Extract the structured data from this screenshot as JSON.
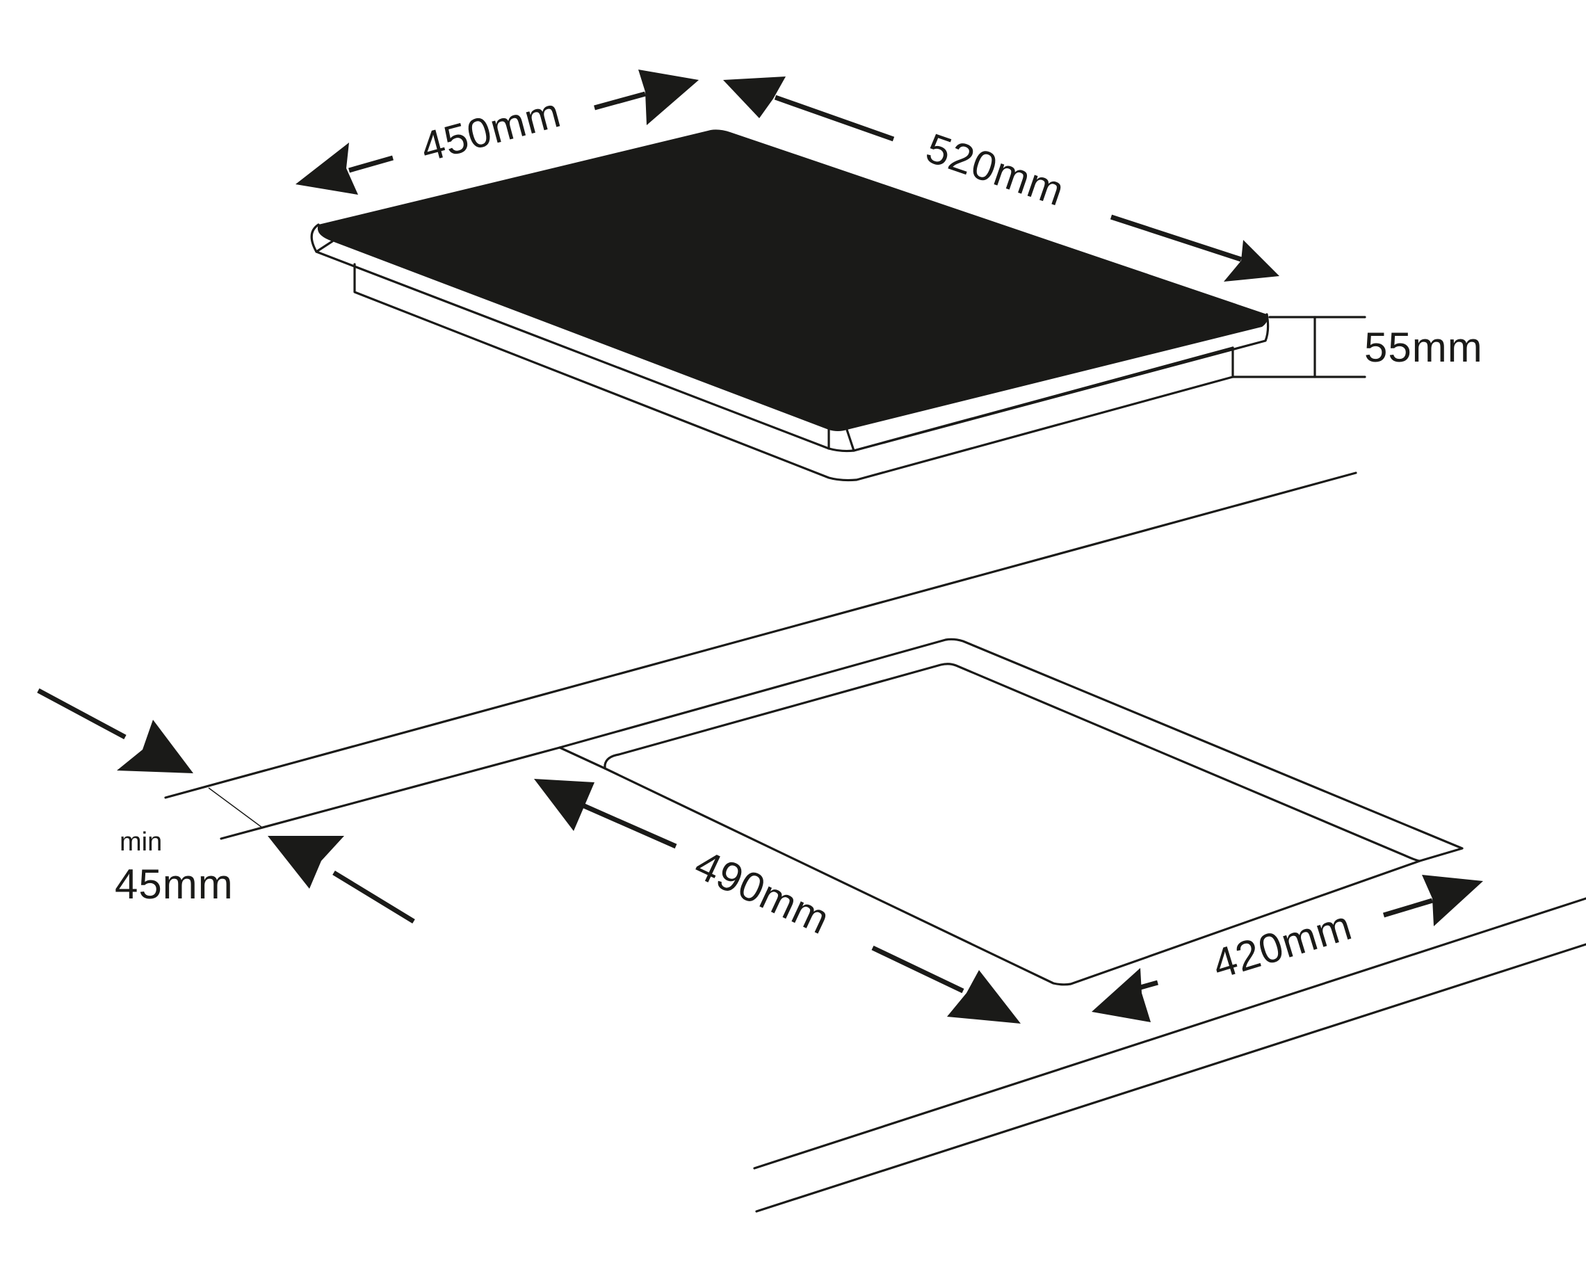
{
  "colors": {
    "ink": "#1a1a18",
    "hob_top": "#1a1a18",
    "background": "#ffffff"
  },
  "labels": {
    "hob_width": "450mm",
    "hob_depth": "520mm",
    "hob_height": "55mm",
    "cutout_width": "490mm",
    "cutout_depth": "420mm",
    "worktop_min": "min",
    "worktop_thickness": "45mm"
  }
}
